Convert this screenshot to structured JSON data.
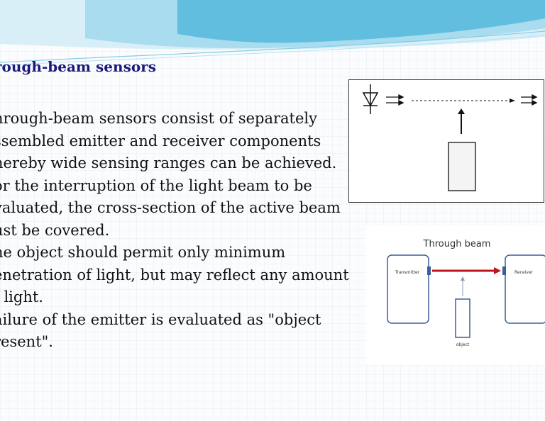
{
  "slide": {
    "title": "rough-beam sensors",
    "body_lines": [
      "hrough-beam sensors consist of separately",
      "ssembled emitter and receiver components",
      "hereby wide sensing ranges can be achieved.",
      "or the interruption of the light beam to be",
      "valuated, the cross-section of the active beam",
      "ust be covered.",
      "he object should permit only minimum",
      "enetration of light, but may reflect any amount",
      "f light.",
      "ailure of the emitter is evaluated as \"object",
      "resent\"."
    ]
  },
  "figure2": {
    "title": "Through beam",
    "transmitter_label": "Transmitter",
    "receiver_label": "Receiver",
    "object_label": "object"
  },
  "colors": {
    "title": "#1a1a7a",
    "wave_light": "#a9dcef",
    "wave_mid": "#62bedf",
    "beam": "#c0141c",
    "box_outline": "#3b5f9a"
  }
}
